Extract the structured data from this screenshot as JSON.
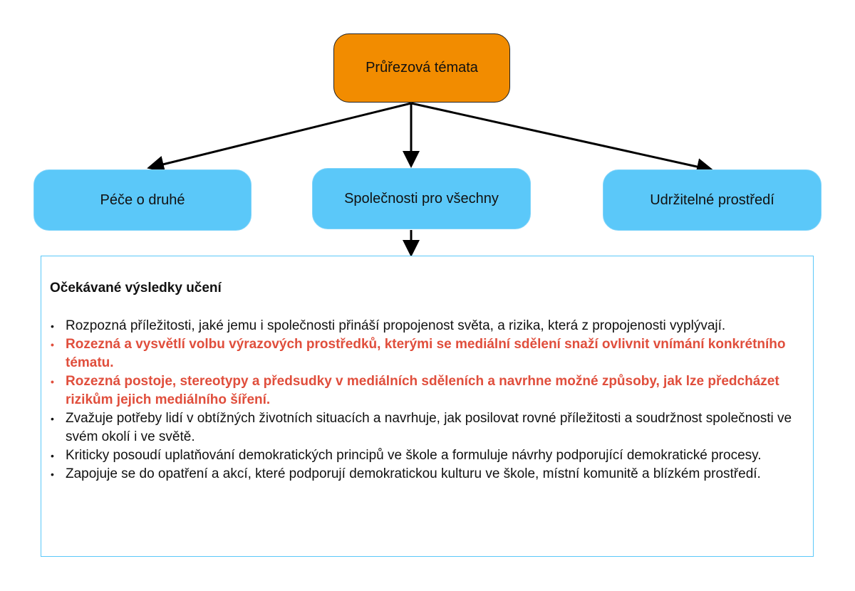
{
  "diagram": {
    "root": {
      "label": "Průřezová témata",
      "color": "#F28C00"
    },
    "children": [
      {
        "label": "Péče o druhé"
      },
      {
        "label": "Společnosti pro všechny"
      },
      {
        "label": "Udržitelné prostředí"
      }
    ],
    "child_color": "#5BC8F9"
  },
  "outcomes": {
    "title": "Očekávané výsledky učení",
    "highlight_color": "#E04E3C",
    "items": [
      {
        "text": "Rozpozná příležitosti, jaké jemu i společnosti přináší propojenost světa, a rizika, která z propojenosti vyplývají.",
        "highlighted": false
      },
      {
        "text": "Rozezná a vysvětlí volbu výrazových prostředků, kterými se mediální sdělení snaží ovlivnit vnímání konkrétního tématu.",
        "highlighted": true
      },
      {
        "text": "Rozezná postoje, stereotypy a předsudky v mediálních sděleních a navrhne možné způsoby, jak lze předcházet rizikům jejich mediálního šíření.",
        "highlighted": true
      },
      {
        "text": "Zvažuje potřeby lidí v obtížných životních situacích a navrhuje, jak posilovat rovné příležitosti a soudržnost společnosti ve svém okolí i ve světě.",
        "highlighted": false
      },
      {
        "text": "Kriticky posoudí uplatňování demokratických principů ve škole a formuluje návrhy podporující demokratické procesy.",
        "highlighted": false
      },
      {
        "text": "Zapojuje se do opatření a akcí, které podporují demokratickou kulturu ve škole, místní komunitě a blízkém prostředí.",
        "highlighted": false
      }
    ]
  }
}
